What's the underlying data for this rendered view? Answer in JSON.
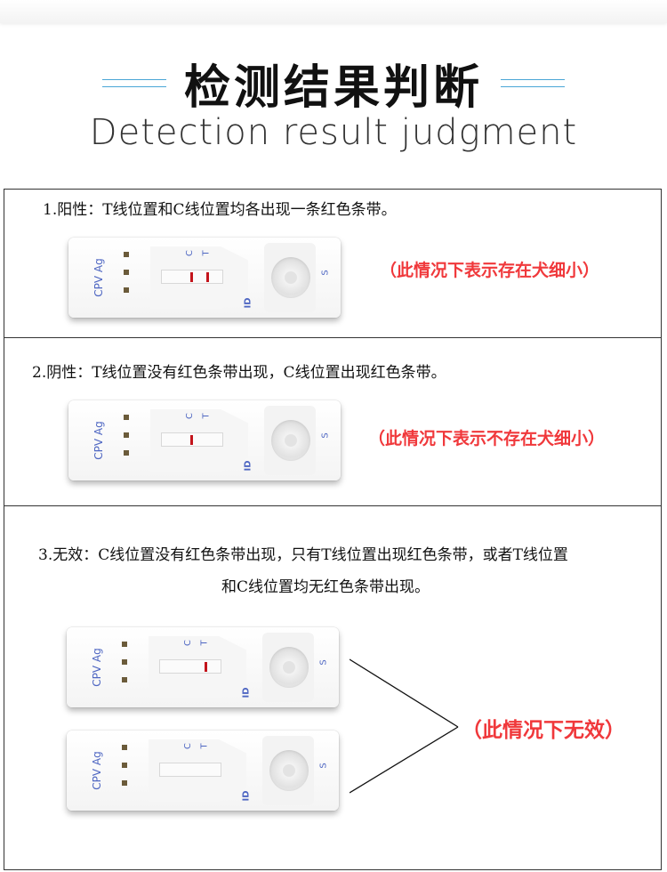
{
  "header": {
    "title": "检测结果判断",
    "subtitle": "Detection result judgment"
  },
  "cassette_label": {
    "product": "CPV Ag",
    "c": "C",
    "t": "T",
    "id": "ID",
    "s": "S"
  },
  "cases": [
    {
      "text": "1.阳性：T线位置和C线位置均各出现一条红色条带。",
      "note": "（此情况下表示存在犬细小）",
      "bands": [
        "C",
        "T"
      ]
    },
    {
      "text": "2.阴性：T线位置没有红色条带出现，C线位置出现红色条带。",
      "note": "（此情况下表示不存在犬细小）",
      "bands": [
        "C"
      ]
    },
    {
      "text_line1": "3.无效：C线位置没有红色条带出现，只有T线位置出现红色条带，或者T线位置",
      "text_line2": "和C线位置均无红色条带出现。",
      "note": "（此情况下无效）",
      "bands_a": [
        "T"
      ],
      "bands_b": []
    }
  ],
  "colors": {
    "band": "#c3141b",
    "note": "#f0383b",
    "label": "#4e66c2",
    "accent": "#4aa6d6"
  }
}
